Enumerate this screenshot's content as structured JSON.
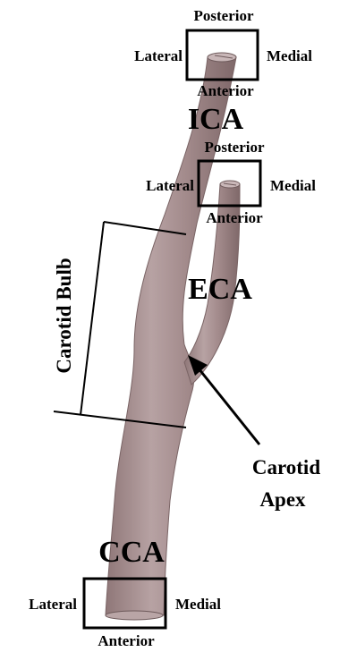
{
  "colors": {
    "vessel": "#a58e8f",
    "vessel_dark": "#8a7374",
    "vessel_light": "#c4b2b2",
    "line": "#000000"
  },
  "labels": {
    "ica": "ICA",
    "eca": "ECA",
    "cca": "CCA",
    "carotid_bulb": "Carotid Bulb",
    "carotid_apex_line1": "Carotid",
    "carotid_apex_line2": "Apex"
  },
  "ica_section": {
    "posterior": "Posterior",
    "anterior": "Anterior",
    "lateral": "Lateral",
    "medial": "Medial"
  },
  "eca_section": {
    "posterior": "Posterior",
    "anterior": "Anterior",
    "lateral": "Lateral",
    "medial": "Medial"
  },
  "cca_section": {
    "anterior": "Anterior",
    "lateral": "Lateral",
    "medial": "Medial"
  }
}
